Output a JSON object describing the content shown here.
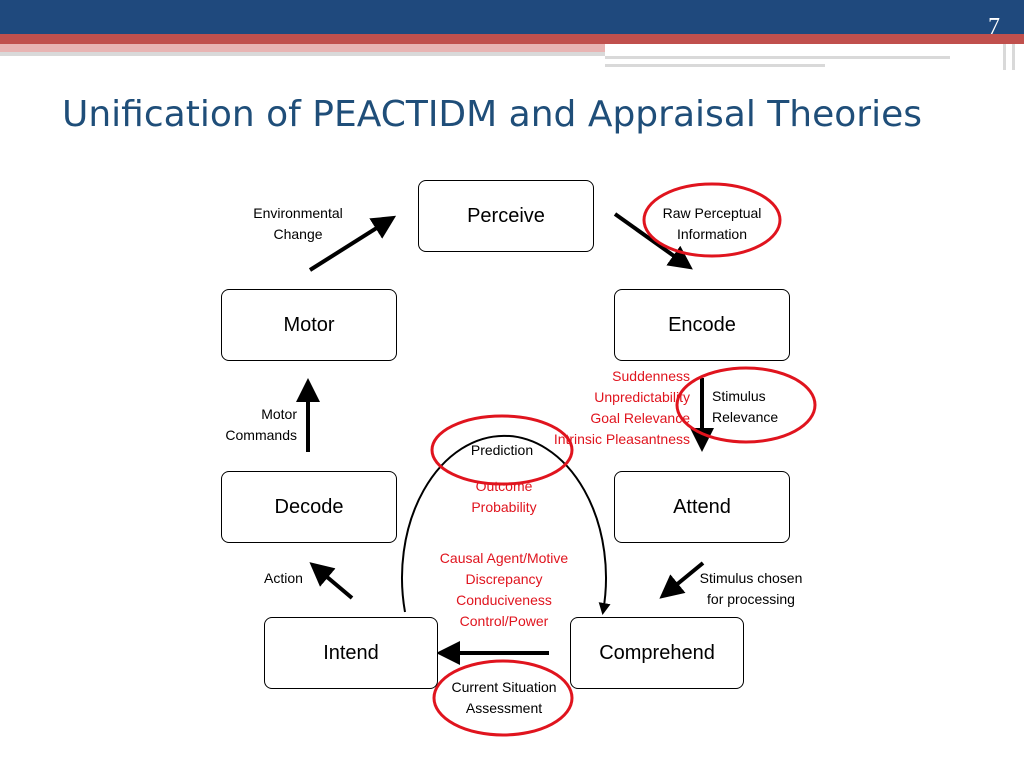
{
  "slide_number": "7",
  "title": "Unification of PEACTIDM and Appraisal Theories",
  "colors": {
    "header_blue": "#1f497d",
    "header_red": "#c0504d",
    "title_blue": "#1f4e79",
    "highlight_red": "#e0141e",
    "node_border": "#000000"
  },
  "nodes": {
    "perceive": "Perceive",
    "encode": "Encode",
    "attend": "Attend",
    "comprehend": "Comprehend",
    "intend": "Intend",
    "decode": "Decode",
    "motor": "Motor"
  },
  "labels": {
    "environmental_change": [
      "Environmental",
      "Change"
    ],
    "raw_perceptual_information": [
      "Raw Perceptual",
      "Information"
    ],
    "motor_commands": [
      "Motor",
      "Commands"
    ],
    "stimulus_relevance": [
      "Stimulus",
      "Relevance"
    ],
    "stimulus_chosen": [
      "Stimulus chosen",
      "for processing"
    ],
    "action": "Action",
    "prediction": "Prediction",
    "current_situation_assessment": [
      "Current Situation",
      "Assessment"
    ]
  },
  "appraisals": {
    "relevance": [
      "Suddenness",
      "Unpredictability",
      "Goal Relevance",
      "Intrinsic Pleasantness"
    ],
    "outcome": [
      "Outcome",
      "Probability"
    ],
    "comprehension": [
      "Causal Agent/Motive",
      "Discrepancy",
      "Conduciveness",
      "Control/Power"
    ]
  }
}
